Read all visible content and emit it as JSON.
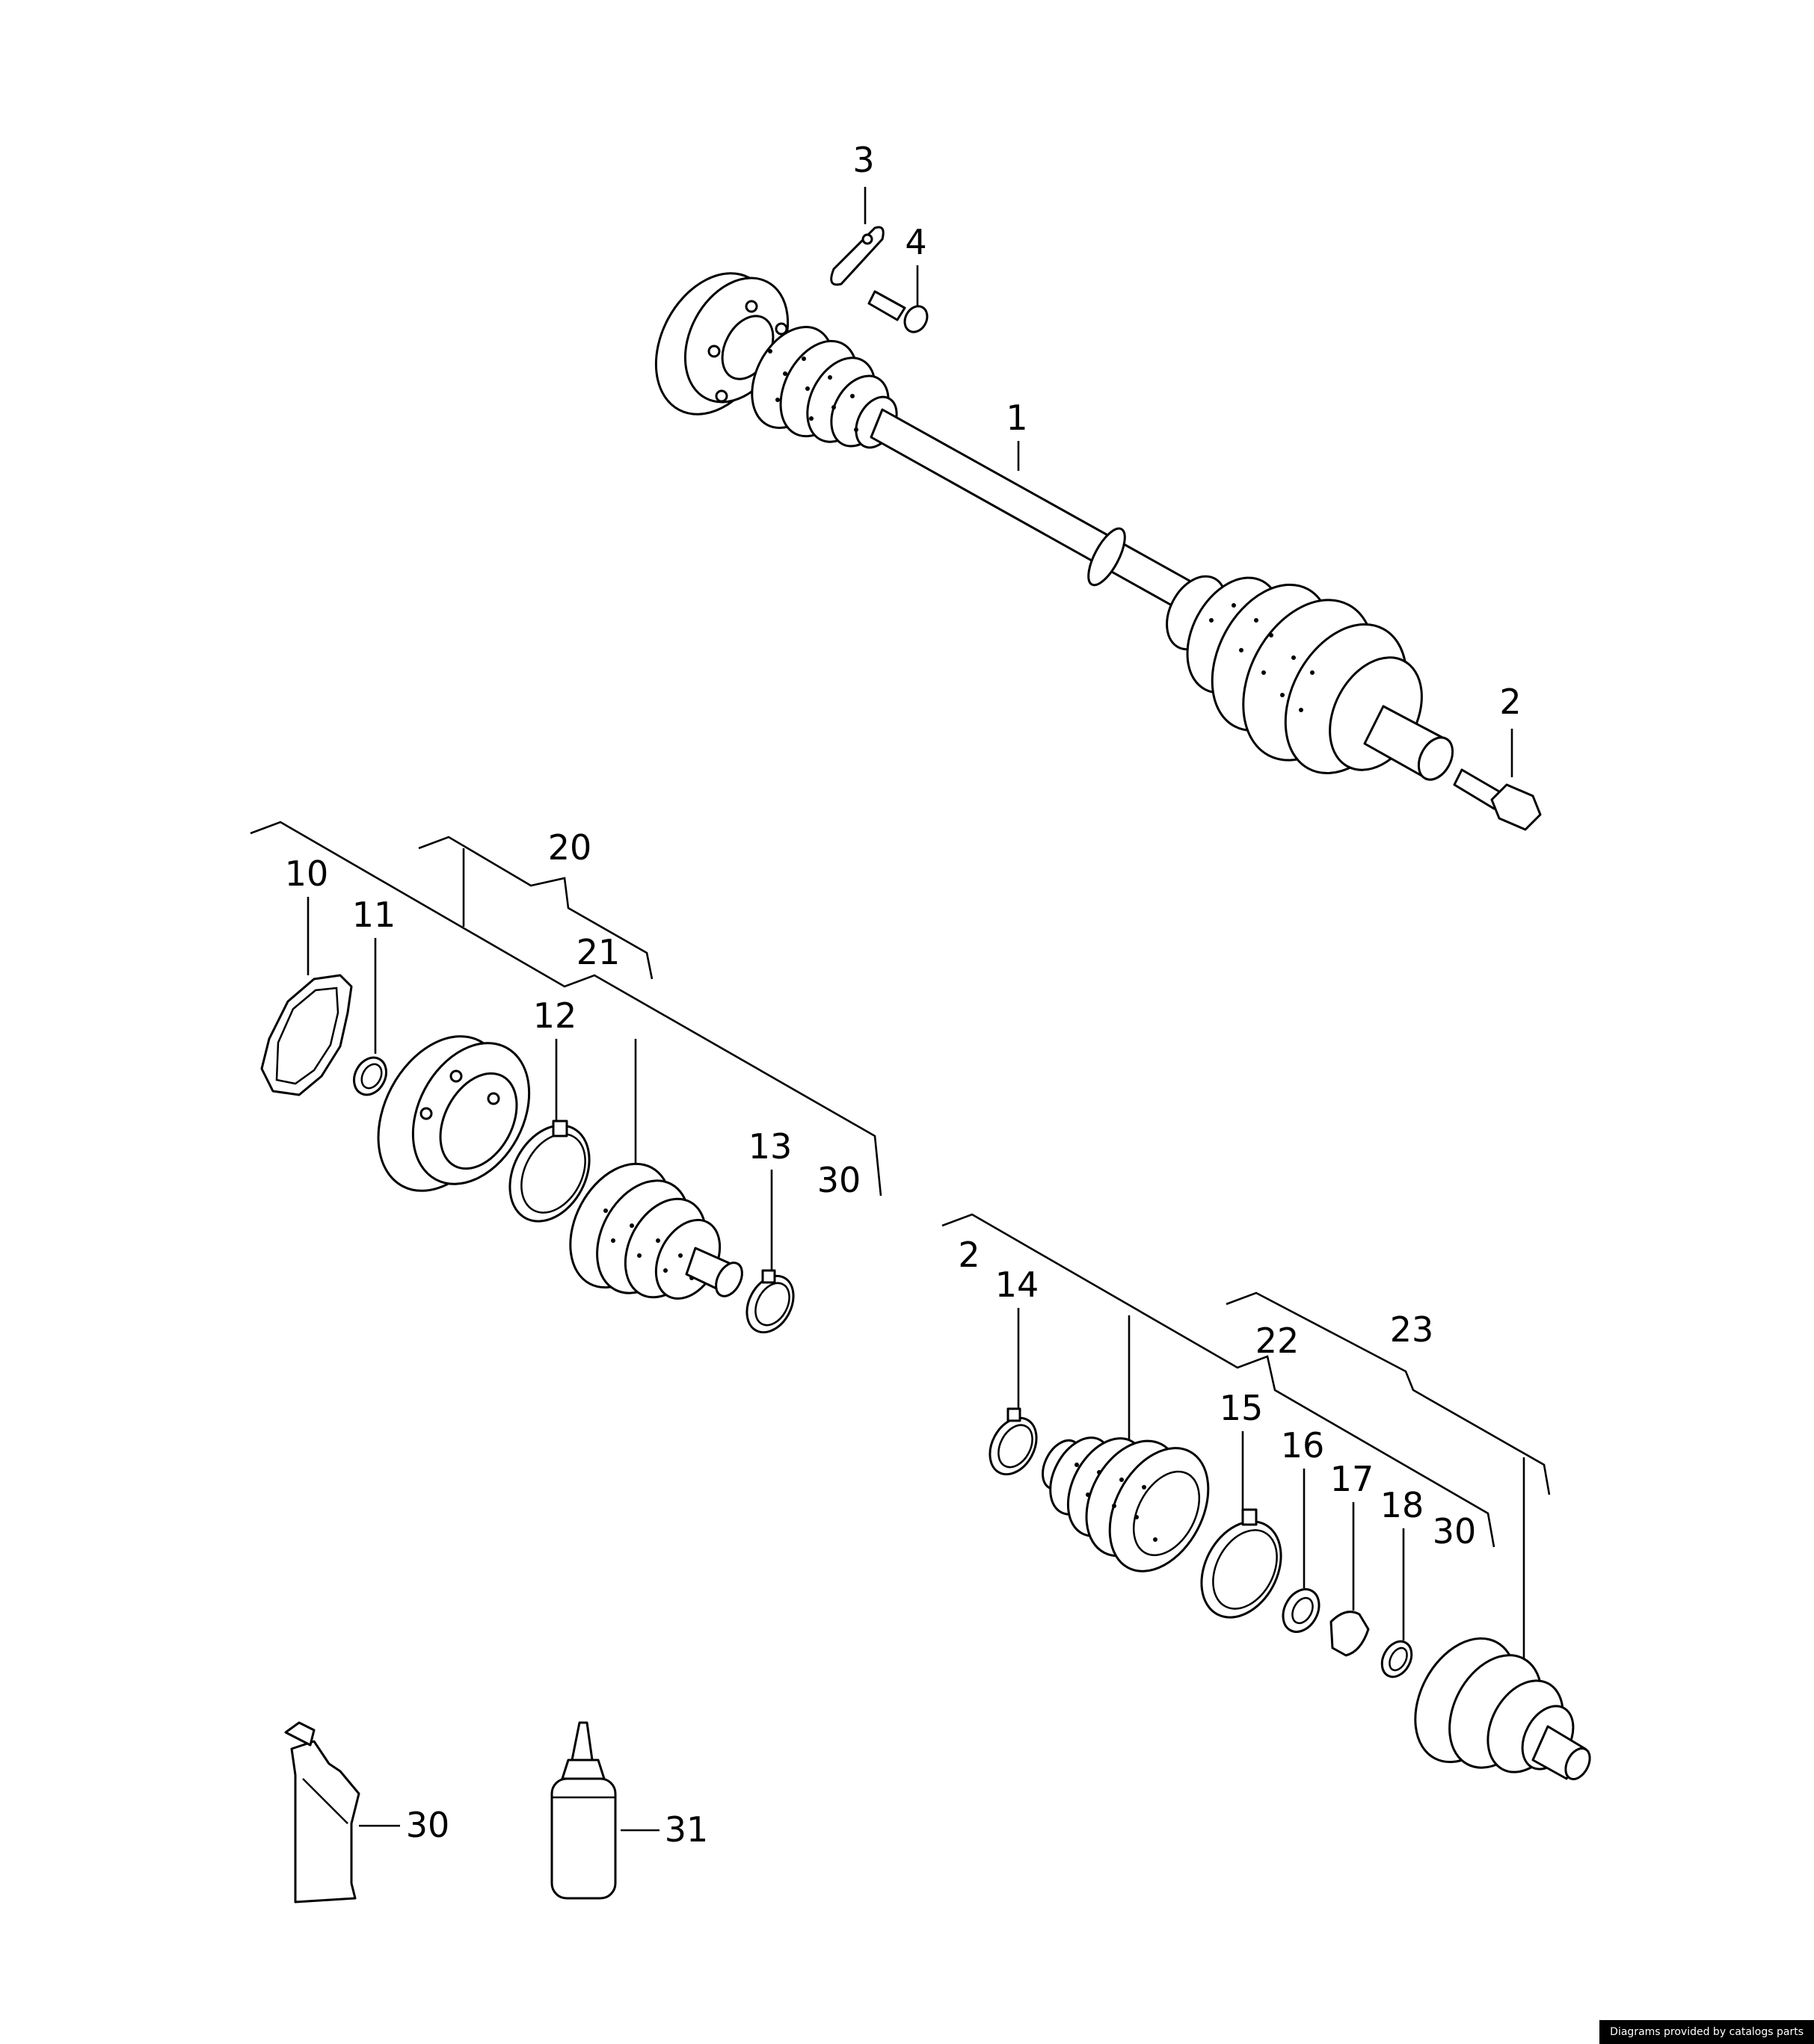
{
  "diagram": {
    "callouts": {
      "c1": "1",
      "c2": "2",
      "c3": "3",
      "c4": "4",
      "c10": "10",
      "c11": "11",
      "c12": "12",
      "c13": "13",
      "c20": "20",
      "c21": "21",
      "c30a": "30",
      "c2b": "2",
      "c14": "14",
      "c15": "15",
      "c16": "16",
      "c17": "17",
      "c18": "18",
      "c22": "22",
      "c23": "23",
      "c30b": "30",
      "c30c": "30",
      "c31": "31"
    }
  },
  "footer": {
    "credit": "Diagrams provided by catalogs parts"
  }
}
